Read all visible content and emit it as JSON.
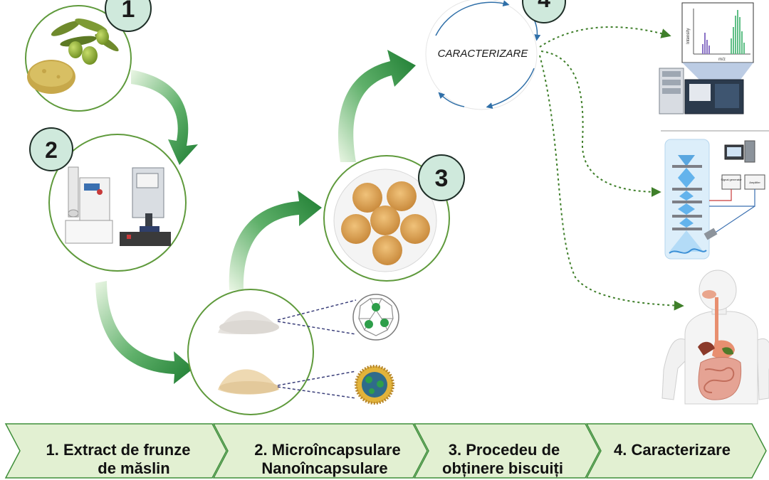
{
  "steps": [
    {
      "number": "1"
    },
    {
      "number": "2"
    },
    {
      "number": "3"
    },
    {
      "number": "4"
    }
  ],
  "center_label": "CARACTERIZARE",
  "spectrum": {
    "y_label": "Intensity",
    "x_label": "m/z"
  },
  "instrument_labels": {
    "signal_generator": "Signal generator",
    "amplifier": "Amplifier"
  },
  "banner": [
    {
      "line1": "1.  Extract de frunze",
      "line2": "de măslin"
    },
    {
      "line1": "2. Microîncapsulare",
      "line2": "Nanoîncapsulare"
    },
    {
      "line1": "3. Procedeu de",
      "line2": "obținere biscuiți"
    },
    {
      "line1": "4. Caracterizare",
      "line2": ""
    }
  ],
  "colors": {
    "circle_outline": "#5f9a3c",
    "badge_fill": "#cfe9dc",
    "banner_fill": "#e2f0d2",
    "arrow_dark": "#1e7d32",
    "dotted_arrow": "#3f7f2a",
    "cycle_arrow": "#2f6fa8"
  }
}
